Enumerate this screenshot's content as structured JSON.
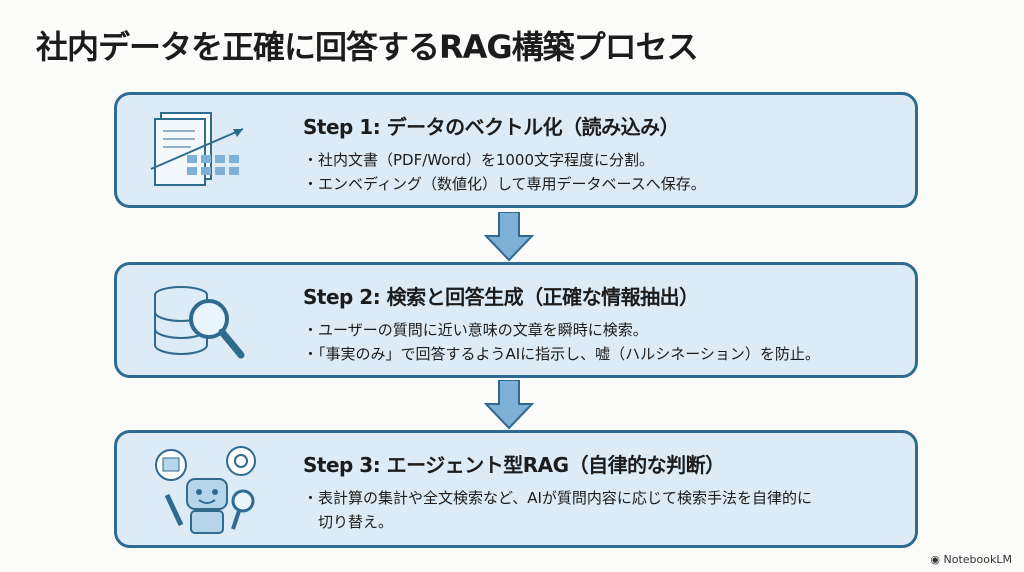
{
  "title": "社内データを正確に回答するRAG構築プロセス",
  "steps": [
    {
      "heading": "Step 1: データのベクトル化（読み込み）",
      "bullets": [
        "・社内文書（PDF/Word）を1000文字程度に分割。",
        "・エンベディング（数値化）して専用データベースへ保存。"
      ]
    },
    {
      "heading": "Step 2: 検索と回答生成（正確な情報抽出）",
      "bullets": [
        "・ユーザーの質問に近い意味の文章を瞬時に検索。",
        "・「事実のみ」で回答するようAIに指示し、嘘（ハルシネーション）を防止。"
      ]
    },
    {
      "heading": "Step 3: エージェント型RAG（自律的な判断）",
      "bullets": [
        "・表計算の集計や全文検索など、AIが質問内容に応じて検索手法を自律的に",
        "　切り替え。"
      ]
    }
  ],
  "brand": "NotebookLM",
  "colors": {
    "box": "#dcebf6",
    "border": "#2f6a8f"
  }
}
